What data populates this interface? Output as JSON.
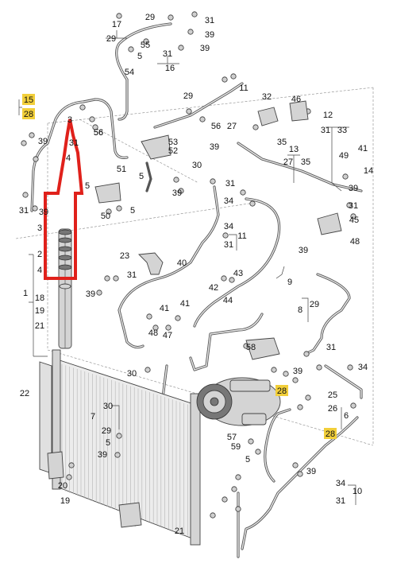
{
  "callouts": [
    {
      "id": "c17a",
      "text": "17"
    },
    {
      "id": "c29a",
      "text": "29"
    },
    {
      "id": "c29b",
      "text": "29"
    },
    {
      "id": "c31a",
      "text": "31"
    },
    {
      "id": "c39a",
      "text": "39"
    },
    {
      "id": "c55",
      "text": "55"
    },
    {
      "id": "c54",
      "text": "54"
    },
    {
      "id": "c5a",
      "text": "5"
    },
    {
      "id": "c31b",
      "text": "31"
    },
    {
      "id": "c16",
      "text": "16"
    },
    {
      "id": "c39b",
      "text": "39"
    },
    {
      "id": "c29c",
      "text": "29"
    },
    {
      "id": "c11a",
      "text": "11"
    },
    {
      "id": "c56a",
      "text": "56"
    },
    {
      "id": "c32",
      "text": "32"
    },
    {
      "id": "c46",
      "text": "46"
    },
    {
      "id": "c12",
      "text": "12"
    },
    {
      "id": "c31c",
      "text": "31"
    },
    {
      "id": "c33",
      "text": "33"
    },
    {
      "id": "c27",
      "text": "27"
    },
    {
      "id": "c56b",
      "text": "56"
    },
    {
      "id": "c35a",
      "text": "35"
    },
    {
      "id": "c13",
      "text": "13"
    },
    {
      "id": "c27b",
      "text": "27"
    },
    {
      "id": "c35b",
      "text": "35"
    },
    {
      "id": "c49",
      "text": "49"
    },
    {
      "id": "c41a",
      "text": "41"
    },
    {
      "id": "c14",
      "text": "14"
    },
    {
      "id": "c39c",
      "text": "39"
    },
    {
      "id": "c31d",
      "text": "31"
    },
    {
      "id": "c45",
      "text": "45"
    },
    {
      "id": "c48",
      "text": "48"
    },
    {
      "id": "c3a",
      "text": "3"
    },
    {
      "id": "c56c",
      "text": "56"
    },
    {
      "id": "c39d",
      "text": "39"
    },
    {
      "id": "c31e",
      "text": "31"
    },
    {
      "id": "c4a",
      "text": "4"
    },
    {
      "id": "c53",
      "text": "53"
    },
    {
      "id": "c52",
      "text": "52"
    },
    {
      "id": "c39e",
      "text": "39"
    },
    {
      "id": "c30a",
      "text": "30"
    },
    {
      "id": "c5b",
      "text": "5"
    },
    {
      "id": "c51",
      "text": "51"
    },
    {
      "id": "c5c",
      "text": "5"
    },
    {
      "id": "c31f",
      "text": "31"
    },
    {
      "id": "c39f",
      "text": "39"
    },
    {
      "id": "c31g",
      "text": "31"
    },
    {
      "id": "c34a",
      "text": "34"
    },
    {
      "id": "c39g",
      "text": "39"
    },
    {
      "id": "c50",
      "text": "50"
    },
    {
      "id": "c5d",
      "text": "5"
    },
    {
      "id": "c34b",
      "text": "34"
    },
    {
      "id": "c11b",
      "text": "11"
    },
    {
      "id": "c31h",
      "text": "31"
    },
    {
      "id": "c3b",
      "text": "3"
    },
    {
      "id": "c2",
      "text": "2"
    },
    {
      "id": "c4b",
      "text": "4"
    },
    {
      "id": "c1",
      "text": "1"
    },
    {
      "id": "c18",
      "text": "18"
    },
    {
      "id": "c19",
      "text": "19"
    },
    {
      "id": "c21a",
      "text": "21"
    },
    {
      "id": "c23",
      "text": "23"
    },
    {
      "id": "c40",
      "text": "40"
    },
    {
      "id": "c31i",
      "text": "31"
    },
    {
      "id": "c39h",
      "text": "39"
    },
    {
      "id": "c43",
      "text": "43"
    },
    {
      "id": "c42",
      "text": "42"
    },
    {
      "id": "c44",
      "text": "44"
    },
    {
      "id": "c9",
      "text": "9"
    },
    {
      "id": "c39i",
      "text": "39"
    },
    {
      "id": "c8",
      "text": "8"
    },
    {
      "id": "c29d",
      "text": "29"
    },
    {
      "id": "c41b",
      "text": "41"
    },
    {
      "id": "c41c",
      "text": "41"
    },
    {
      "id": "c48b",
      "text": "48"
    },
    {
      "id": "c47",
      "text": "47"
    },
    {
      "id": "c58",
      "text": "58"
    },
    {
      "id": "c31j",
      "text": "31"
    },
    {
      "id": "c34c",
      "text": "34"
    },
    {
      "id": "c30b",
      "text": "30"
    },
    {
      "id": "c39j",
      "text": "39"
    },
    {
      "id": "c22",
      "text": "22"
    },
    {
      "id": "c25",
      "text": "25"
    },
    {
      "id": "c26",
      "text": "26"
    },
    {
      "id": "c6",
      "text": "6"
    },
    {
      "id": "c30c",
      "text": "30"
    },
    {
      "id": "c7",
      "text": "7"
    },
    {
      "id": "c29e",
      "text": "29"
    },
    {
      "id": "c5e",
      "text": "5"
    },
    {
      "id": "c39k",
      "text": "39"
    },
    {
      "id": "c57",
      "text": "57"
    },
    {
      "id": "c59",
      "text": "59"
    },
    {
      "id": "c5f",
      "text": "5"
    },
    {
      "id": "c39l",
      "text": "39"
    },
    {
      "id": "c20",
      "text": "20"
    },
    {
      "id": "c19b",
      "text": "19"
    },
    {
      "id": "c34d",
      "text": "34"
    },
    {
      "id": "c10",
      "text": "10"
    },
    {
      "id": "c31k",
      "text": "31"
    },
    {
      "id": "c21b",
      "text": "21"
    }
  ],
  "highlighted_callouts": [
    {
      "id": "h15",
      "text": "15"
    },
    {
      "id": "h28a",
      "text": "28"
    },
    {
      "id": "h28b",
      "text": "28"
    },
    {
      "id": "h28c",
      "text": "28"
    }
  ],
  "colors": {
    "highlight": "#f2cf3a",
    "arrow": "#e0211b",
    "ink": "#111111",
    "pipe": "#555555"
  },
  "annotation": {
    "shape": "red-arrow-outline",
    "direction": "up"
  }
}
